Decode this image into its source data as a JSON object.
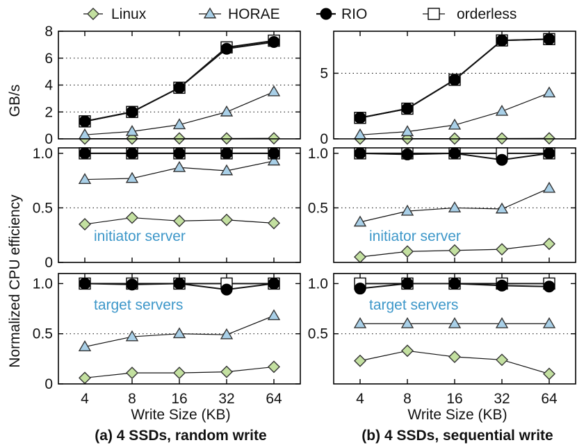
{
  "legend": [
    {
      "name": "Linux",
      "marker": "diamond",
      "fill": "#c3e0a0"
    },
    {
      "name": "HORAE",
      "marker": "triangle",
      "fill": "#a9d0e8"
    },
    {
      "name": "RIO",
      "marker": "circle",
      "fill": "#000000"
    },
    {
      "name": "orderless",
      "marker": "square",
      "fill": "#ffffff"
    }
  ],
  "labels": {
    "ylabel_top": "GB/s",
    "ylabel_shared": "Normalized CPU efficiency",
    "xlabel": "Write Size (KB)",
    "caption_a": "(a) 4 SSDs, random write",
    "caption_b": "(b) 4 SSDs, sequential write"
  },
  "colors": {
    "linux": "#c3e0a0",
    "horae": "#a9d0e8",
    "rio": "#000000",
    "orderless": "#ffffff",
    "annotation": "#3d97c9"
  },
  "chart_data": [
    {
      "type": "line",
      "panel": "a-throughput",
      "categories": [
        "4",
        "8",
        "16",
        "32",
        "64"
      ],
      "ylabel": "GB/s",
      "ylim": [
        0,
        8
      ],
      "yticks": [
        0,
        2,
        4,
        6,
        8
      ],
      "grid": [
        2,
        4,
        6
      ],
      "series": [
        {
          "name": "Linux",
          "values": [
            0.02,
            0.02,
            0.03,
            0.03,
            0.04
          ]
        },
        {
          "name": "HORAE",
          "values": [
            0.3,
            0.55,
            1.05,
            2.0,
            3.5
          ]
        },
        {
          "name": "RIO",
          "values": [
            1.3,
            2.0,
            3.8,
            6.7,
            7.2
          ]
        },
        {
          "name": "orderless",
          "values": [
            1.3,
            2.0,
            3.8,
            6.8,
            7.3
          ]
        }
      ]
    },
    {
      "type": "line",
      "panel": "b-throughput",
      "categories": [
        "4",
        "8",
        "16",
        "32",
        "64"
      ],
      "ylim": [
        0,
        8.2
      ],
      "yticks": [
        0,
        5
      ],
      "grid": [
        5
      ],
      "series": [
        {
          "name": "Linux",
          "values": [
            0.02,
            0.02,
            0.02,
            0.03,
            0.04
          ]
        },
        {
          "name": "HORAE",
          "values": [
            0.3,
            0.55,
            1.05,
            2.1,
            3.5
          ]
        },
        {
          "name": "RIO",
          "values": [
            1.6,
            2.3,
            4.5,
            7.5,
            7.6
          ]
        },
        {
          "name": "orderless",
          "values": [
            1.6,
            2.3,
            4.5,
            7.5,
            7.6
          ]
        }
      ]
    },
    {
      "type": "line",
      "panel": "a-initiator",
      "annotation": "initiator server",
      "categories": [
        "4",
        "8",
        "16",
        "32",
        "64"
      ],
      "ylim": [
        0,
        1.05
      ],
      "yticks": [
        0,
        0.5,
        1.0
      ],
      "grid": [
        0.5
      ],
      "series": [
        {
          "name": "Linux",
          "values": [
            0.35,
            0.41,
            0.38,
            0.39,
            0.36
          ]
        },
        {
          "name": "HORAE",
          "values": [
            0.76,
            0.77,
            0.87,
            0.84,
            0.93
          ]
        },
        {
          "name": "RIO",
          "values": [
            1.0,
            1.0,
            1.0,
            1.0,
            1.0
          ]
        },
        {
          "name": "orderless",
          "values": [
            1.0,
            1.0,
            1.0,
            1.0,
            1.0
          ]
        }
      ]
    },
    {
      "type": "line",
      "panel": "b-initiator",
      "annotation": "initiator server",
      "categories": [
        "4",
        "8",
        "16",
        "32",
        "64"
      ],
      "ylim": [
        0,
        1.05
      ],
      "yticks": [
        0.5,
        1.0
      ],
      "grid": [
        0.5
      ],
      "series": [
        {
          "name": "Linux",
          "values": [
            0.05,
            0.1,
            0.11,
            0.12,
            0.17
          ]
        },
        {
          "name": "HORAE",
          "values": [
            0.37,
            0.47,
            0.5,
            0.49,
            0.68
          ]
        },
        {
          "name": "RIO",
          "values": [
            1.0,
            0.99,
            1.0,
            0.94,
            1.0
          ]
        },
        {
          "name": "orderless",
          "values": [
            1.0,
            1.0,
            1.0,
            1.0,
            1.0
          ]
        }
      ]
    },
    {
      "type": "line",
      "panel": "a-target",
      "annotation": "target servers",
      "categories": [
        "4",
        "8",
        "16",
        "32",
        "64"
      ],
      "ylim": [
        0,
        1.1
      ],
      "yticks": [
        0,
        0.5,
        1.0
      ],
      "grid": [
        0.5
      ],
      "series": [
        {
          "name": "Linux",
          "values": [
            0.06,
            0.11,
            0.11,
            0.12,
            0.17
          ]
        },
        {
          "name": "HORAE",
          "values": [
            0.37,
            0.47,
            0.5,
            0.49,
            0.68
          ]
        },
        {
          "name": "RIO",
          "values": [
            1.0,
            0.99,
            1.0,
            0.94,
            1.0
          ]
        },
        {
          "name": "orderless",
          "values": [
            1.0,
            1.0,
            1.0,
            1.0,
            1.0
          ]
        }
      ]
    },
    {
      "type": "line",
      "panel": "b-target",
      "annotation": "target servers",
      "categories": [
        "4",
        "8",
        "16",
        "32",
        "64"
      ],
      "ylim": [
        0,
        1.1
      ],
      "yticks": [
        0.5,
        1.0
      ],
      "grid": [
        0.5
      ],
      "series": [
        {
          "name": "Linux",
          "values": [
            0.23,
            0.33,
            0.27,
            0.24,
            0.1
          ]
        },
        {
          "name": "HORAE",
          "values": [
            0.6,
            0.6,
            0.6,
            0.6,
            0.6
          ]
        },
        {
          "name": "RIO",
          "values": [
            0.95,
            1.0,
            1.0,
            0.98,
            0.97
          ]
        },
        {
          "name": "orderless",
          "values": [
            1.0,
            1.0,
            1.0,
            1.0,
            1.0
          ]
        }
      ]
    }
  ]
}
